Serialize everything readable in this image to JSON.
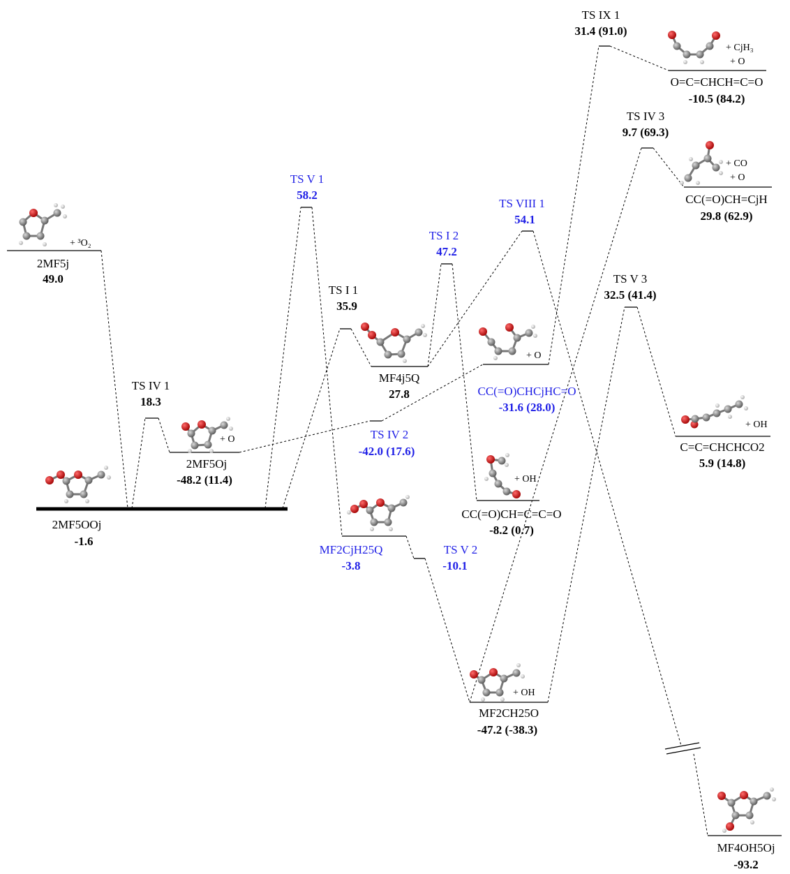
{
  "species": {
    "s2mf5j": {
      "name": "2MF5j",
      "value": "49.0",
      "extra": "+ ³O₂",
      "color": "black"
    },
    "s2mf5ooj": {
      "name": "2MF5OOj",
      "value": "-1.6",
      "color": "black"
    },
    "tsiv1": {
      "name": "TS IV 1",
      "value": "18.3",
      "color": "black"
    },
    "s2mf5oj": {
      "name": "2MF5Oj",
      "value": "-48.2 (11.4)",
      "extra": "+ O",
      "color": "black"
    },
    "tsv1": {
      "name": "TS V 1",
      "value": "58.2",
      "color": "blue"
    },
    "tsi1": {
      "name": "TS I 1",
      "value": "35.9",
      "color": "black"
    },
    "mf4j5q": {
      "name": "MF4j5Q",
      "value": "27.8",
      "color": "black"
    },
    "tsi2": {
      "name": "TS I 2",
      "value": "47.2",
      "color": "blue"
    },
    "tsviii1": {
      "name": "TS VIII 1",
      "value": "54.1",
      "color": "blue"
    },
    "tsiv2": {
      "name": "TS IV 2",
      "value": "-42.0 (17.6)",
      "color": "blue"
    },
    "ccochcjhco": {
      "name": "CC(=O)CHCjHC=O",
      "value": "-31.6 (28.0)",
      "extra": "+ O",
      "color": "blue"
    },
    "mf2cjh25q": {
      "name": "MF2CjH25Q",
      "value": "-3.8",
      "color": "blue"
    },
    "tsv2": {
      "name": "TS V 2",
      "value": "-10.1",
      "color": "blue"
    },
    "ccochccco": {
      "name": "CC(=O)CH=C=C=O",
      "value": "-8.2 (0.7)",
      "extra": "+ OH",
      "color": "black"
    },
    "mf2ch25o": {
      "name": "MF2CH25O",
      "value": "-47.2 (-38.3)",
      "extra": "+ OH",
      "color": "black"
    },
    "tsix1": {
      "name": "TS IX 1",
      "value": "31.4 (91.0)",
      "color": "black"
    },
    "ocochchco": {
      "name": "O=C=CHCH=C=O",
      "value": "-10.5 (84.2)",
      "extra1": "+ CjH₃",
      "extra2": "+ O",
      "color": "black"
    },
    "tsiv3": {
      "name": "TS IV 3",
      "value": "9.7 (69.3)",
      "color": "black"
    },
    "ccochcjh": {
      "name": "CC(=O)CH=CjH",
      "value": "29.8 (62.9)",
      "extra1": "+ CO",
      "extra2": "+ O",
      "color": "black"
    },
    "tsv3": {
      "name": "TS V 3",
      "value": "32.5 (41.4)",
      "color": "black"
    },
    "ccchchco2": {
      "name": "C=C=CHCHCO2",
      "value": "5.9 (14.8)",
      "extra": "+ OH",
      "color": "black"
    },
    "mf4oh5oj": {
      "name": "MF4OH5Oj",
      "value": "-93.2",
      "color": "black"
    }
  },
  "colors": {
    "blue_label": "#1f1fe6",
    "oxygen": "#cc0000",
    "carbon": "#808080",
    "hydrogen": "#e6e6e6"
  }
}
